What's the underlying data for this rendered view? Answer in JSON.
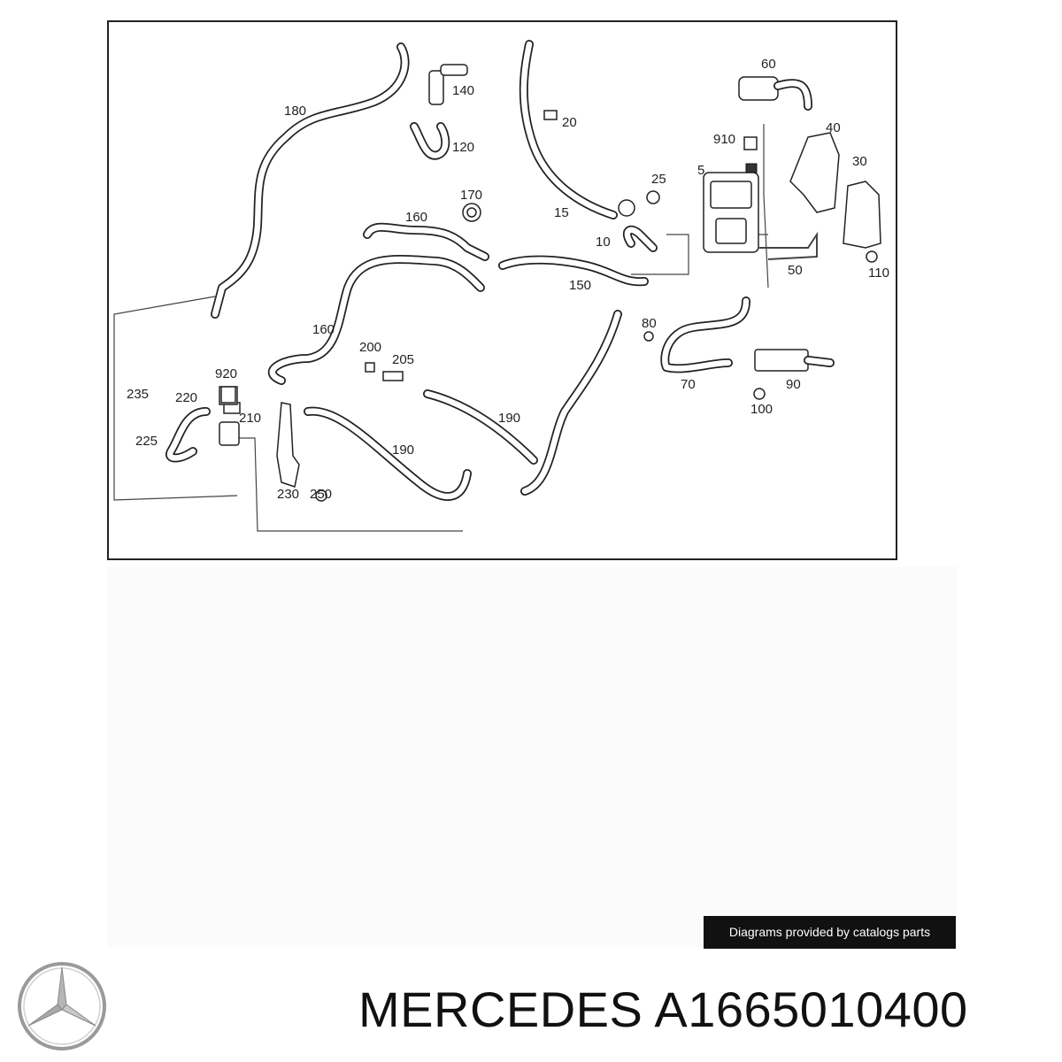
{
  "diagram": {
    "part_labels": [
      "180",
      "140",
      "20",
      "120",
      "60",
      "40",
      "910",
      "5",
      "30",
      "25",
      "170",
      "160",
      "15",
      "10",
      "50",
      "110",
      "150",
      "160",
      "80",
      "70",
      "90",
      "100",
      "200",
      "205",
      "920",
      "235",
      "220",
      "210",
      "225",
      "190",
      "190",
      "230",
      "250"
    ]
  },
  "footer": {
    "credit": "Diagrams provided by catalogs parts",
    "brand": "MERCEDES",
    "part_number": "A1665010400"
  }
}
